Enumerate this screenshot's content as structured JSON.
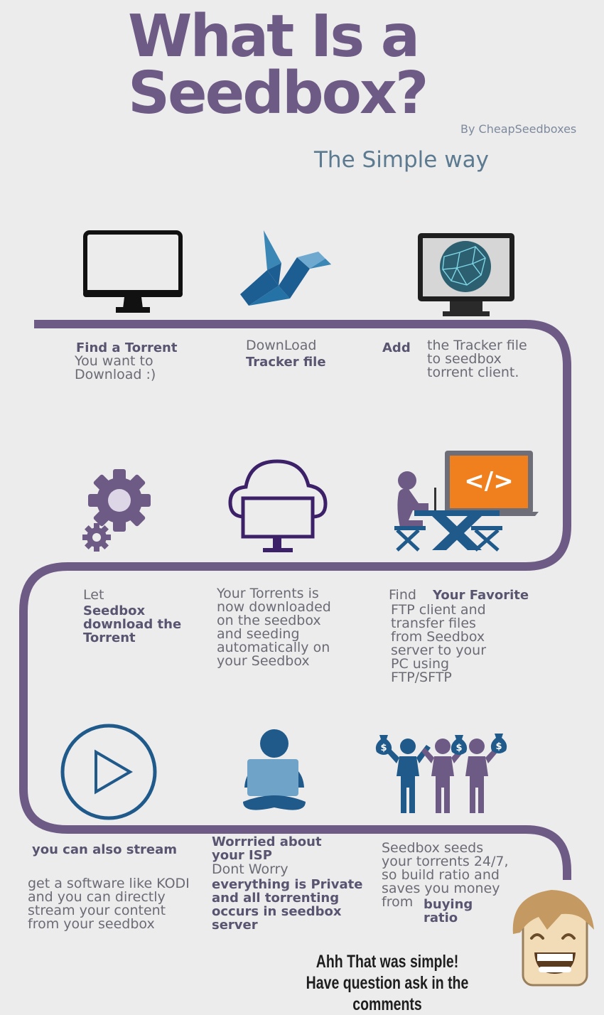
{
  "header": {
    "title_line1": "What Is a",
    "title_line2": "Seedbox?",
    "byline": "By CheapSeedboxes",
    "subtitle": "The Simple way"
  },
  "steps": {
    "s1": {
      "bold": "Find a Torrent",
      "text1": "You want to",
      "text2": "Download :)"
    },
    "s2": {
      "text": "DownLoad",
      "bold": "Tracker file"
    },
    "s3": {
      "bold": "Add",
      "text1": "the Tracker file",
      "text2": "to seedbox",
      "text3": "torrent client."
    },
    "s4": {
      "text": "Let",
      "bold1": "Seedbox",
      "bold2": "download the",
      "bold3": "Torrent"
    },
    "s5": {
      "l1": "Your Torrents is",
      "l2": "now downloaded",
      "l3": "on the seedbox",
      "l4": "and seeding",
      "l5": "automatically on",
      "l6": "your Seedbox"
    },
    "s6": {
      "text": "Find",
      "bold": "Your Favorite",
      "l1": "FTP client and",
      "l2": "transfer files",
      "l3": "from Seedbox",
      "l4": "server to your",
      "l5": "PC using",
      "l6": "FTP/SFTP"
    },
    "s7": {
      "bold": "you can also stream",
      "l1": "get a software like KODI",
      "l2": "and you can directly",
      "l3": "stream your content",
      "l4": "from your seedbox"
    },
    "s8": {
      "bold1": "Worrried about",
      "bold2": "your ISP",
      "text": "Dont Worry",
      "bold3": "everything is Private",
      "bold4": "and all torrenting",
      "bold5": "occurs in seedbox",
      "bold6": "server"
    },
    "s9": {
      "l1": "Seedbox seeds",
      "l2": "your torrents 24/7,",
      "l3": "so build ratio and",
      "l4": "saves you money",
      "l5": "from",
      "bold1": "buying",
      "bold2": "ratio"
    }
  },
  "footer": {
    "line1": "Ahh That was simple!",
    "line2": "Have question ask in the comments"
  },
  "icons": {
    "code_symbol": "</>",
    "dollar": "$"
  },
  "colors": {
    "path": "#6e5b85",
    "title": "#6e5b85",
    "blue": "#1f5a8a",
    "orange": "#f07f1e"
  }
}
